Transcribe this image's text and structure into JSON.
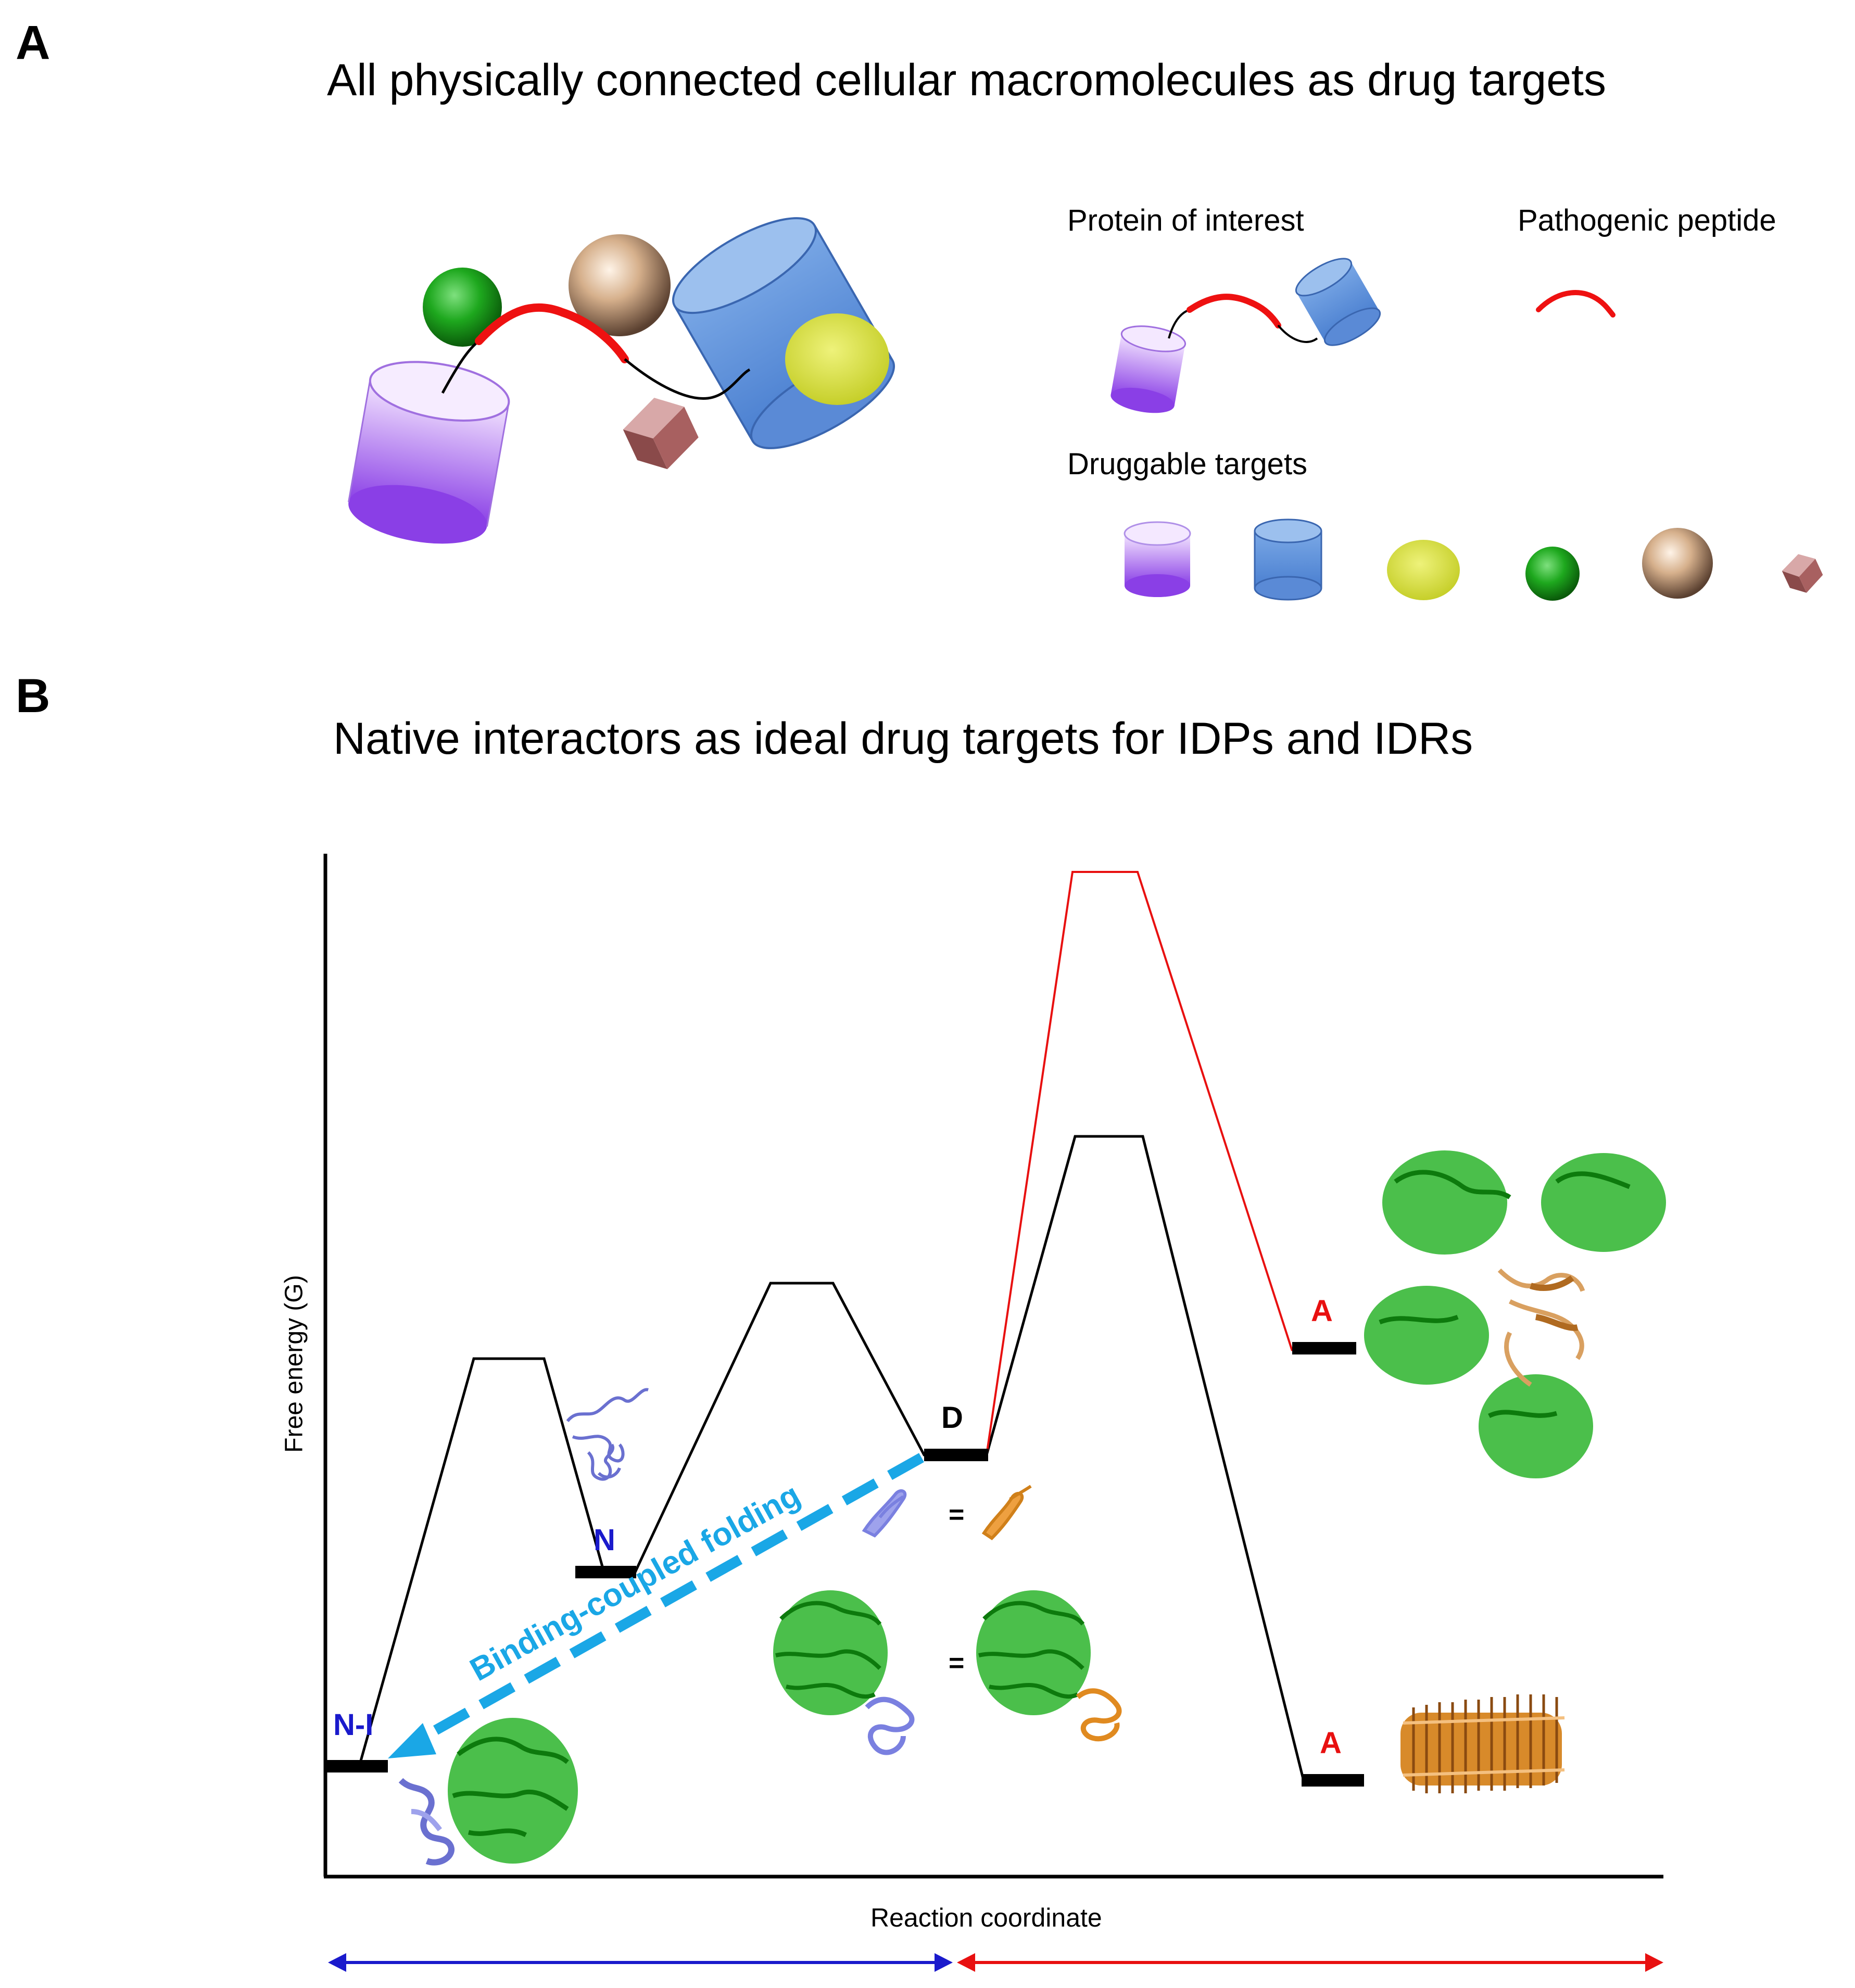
{
  "panel_a": {
    "letter": "A",
    "title": "All physically connected cellular macromolecules as drug targets",
    "legend": {
      "protein_of_interest": "Protein of interest",
      "pathogenic_peptide": "Pathogenic peptide",
      "druggable_targets": "Druggable targets"
    },
    "colors": {
      "purple_cylinder": "#8e44e6",
      "blue_cylinder": "#5b8fd6",
      "yellow_ellipse": "#d4dc3a",
      "green_sphere": "#1fa81f",
      "tan_sphere": "#c7a07c",
      "brown_cube": "#9a5a5a",
      "peptide": "#ee1111"
    }
  },
  "panel_b": {
    "letter": "B",
    "title": "Native interactors as ideal drug targets for IDPs and IDRs",
    "y_axis_label": "Free energy (G)",
    "x_axis_label": "Reaction coordinate",
    "states": {
      "native_interactor": "N-I",
      "native": "N",
      "disordered": "D",
      "aggregate_upper": "A",
      "aggregate_lower": "A"
    },
    "arrow_label": "Binding-coupled folding",
    "equals": "=",
    "colors": {
      "black_path": "#000000",
      "red_path": "#e81010",
      "arrow": "#1aa7e6",
      "state_blue": "#1a1acc",
      "state_red": "#e81010",
      "left_range": "#1a1acc",
      "right_range": "#e81010",
      "green_protein": "#22b522",
      "lavender_protein": "#8a8fe0",
      "orange_protein": "#e08a20"
    }
  }
}
